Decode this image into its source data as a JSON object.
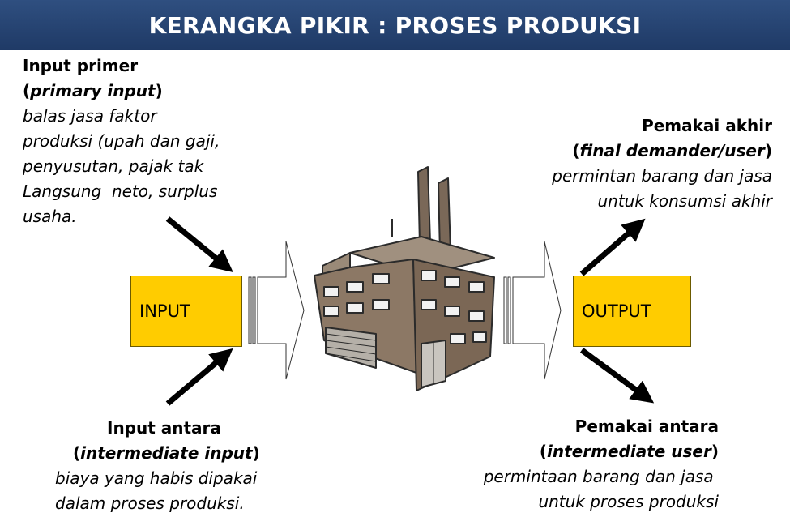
{
  "title": "KERANGKA PIKIR : PROSES PRODUKSI",
  "input_box": {
    "label": "INPUT",
    "color": "#ffcc00"
  },
  "output_box": {
    "label": "OUTPUT",
    "color": "#ffcc00"
  },
  "primary_input": {
    "heading": "Input primer",
    "term_open": "(",
    "term": "primary input",
    "term_close": ")",
    "description": [
      "balas jasa faktor",
      "produksi (upah dan gaji,",
      "penyusutan, pajak tak",
      "Langsung  neto, surplus",
      "usaha."
    ]
  },
  "intermediate_input": {
    "heading": "Input antara",
    "term": "intermediate input",
    "description": [
      "biaya yang habis dipakai",
      "dalam proses produksi."
    ]
  },
  "final_user": {
    "heading": "Pemakai akhir",
    "term": "final demander/user",
    "description": [
      "permintan barang dan jasa",
      "untuk konsumsi akhir"
    ]
  },
  "intermediate_user": {
    "heading": "Pemakai antara",
    "term": "intermediate user",
    "description": [
      "permintaan barang dan jasa ",
      "untuk proses produksi"
    ]
  },
  "colors": {
    "title_bar": "#1f3a66",
    "box": "#ffcc00",
    "building": "#8c7865",
    "arrow": "#000000"
  }
}
